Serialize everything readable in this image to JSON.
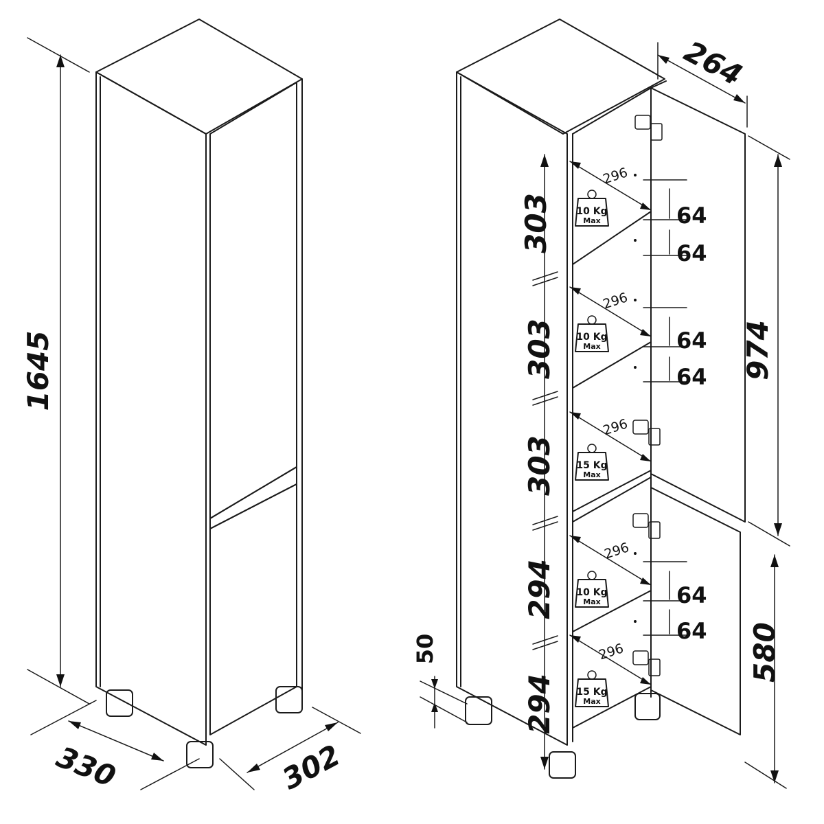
{
  "dimensions": {
    "height_total": "1645",
    "depth": "330",
    "width": "302",
    "inner_depth": "264",
    "upper_door_height": "974",
    "lower_door_height": "580",
    "leg_height": "50",
    "compartment_1": "303",
    "compartment_2": "303",
    "compartment_3": "303",
    "compartment_4": "294",
    "compartment_5": "294",
    "shelf_depth": "296",
    "hole_spacing": "64"
  },
  "load_ratings": {
    "light_kg": "10 Kg",
    "heavy_kg": "15 Kg",
    "max_label": "Max"
  },
  "colors": {
    "line": "#1a1a1a",
    "background": "#ffffff"
  }
}
